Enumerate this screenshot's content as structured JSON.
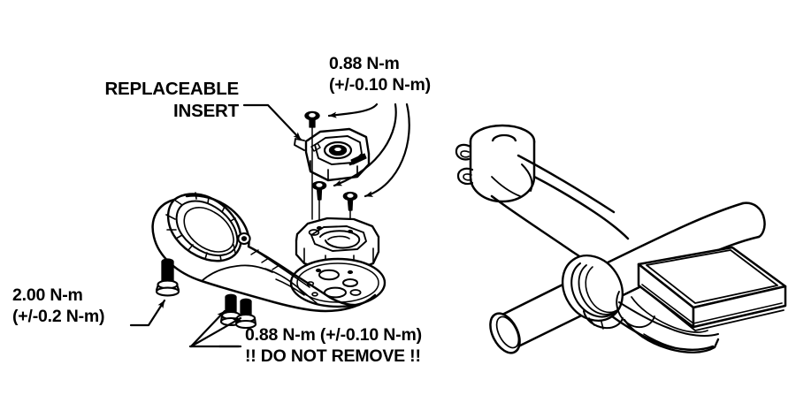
{
  "diagram": {
    "title": "Bicycle stem computer mount exploded assembly with torque specifications",
    "background_color": "#ffffff",
    "line_color": "#000000"
  },
  "labels": {
    "replaceable_insert": {
      "line1": "REPLACEABLE",
      "line2": "INSERT"
    },
    "top_torque": {
      "line1": "0.88 N-m",
      "line2": "(+/-0.10 N-m)"
    },
    "bottom_left_torque": {
      "line1": "2.00 N-m",
      "line2": "(+/-0.2 N-m)"
    },
    "bottom_torque": {
      "line1": "0.88 N-m (+/-0.10 N-m)",
      "line2": "!! DO NOT REMOVE !!"
    }
  },
  "parts": {
    "insert": "replaceable-insert-puck",
    "mount_plate": "computer-mount-plate",
    "base_disc": "base-disc",
    "bracket": "stem-faceplate-bracket",
    "stem": "bicycle-stem",
    "handlebar": "handlebar",
    "computer": "bike-computer"
  },
  "callouts": [
    {
      "name": "insert-callout",
      "target": "replaceable-insert-puck"
    },
    {
      "name": "top-screw-callout-1",
      "target": "insert-screw-upper"
    },
    {
      "name": "top-screw-callout-2",
      "target": "insert-screw-mid"
    },
    {
      "name": "top-screw-callout-3",
      "target": "insert-screw-right"
    },
    {
      "name": "stem-bolt-callout",
      "target": "stem-clamp-bolt"
    },
    {
      "name": "bracket-bolt-callout-1",
      "target": "bracket-bolt-left"
    },
    {
      "name": "bracket-bolt-callout-2",
      "target": "bracket-bolt-right"
    }
  ]
}
